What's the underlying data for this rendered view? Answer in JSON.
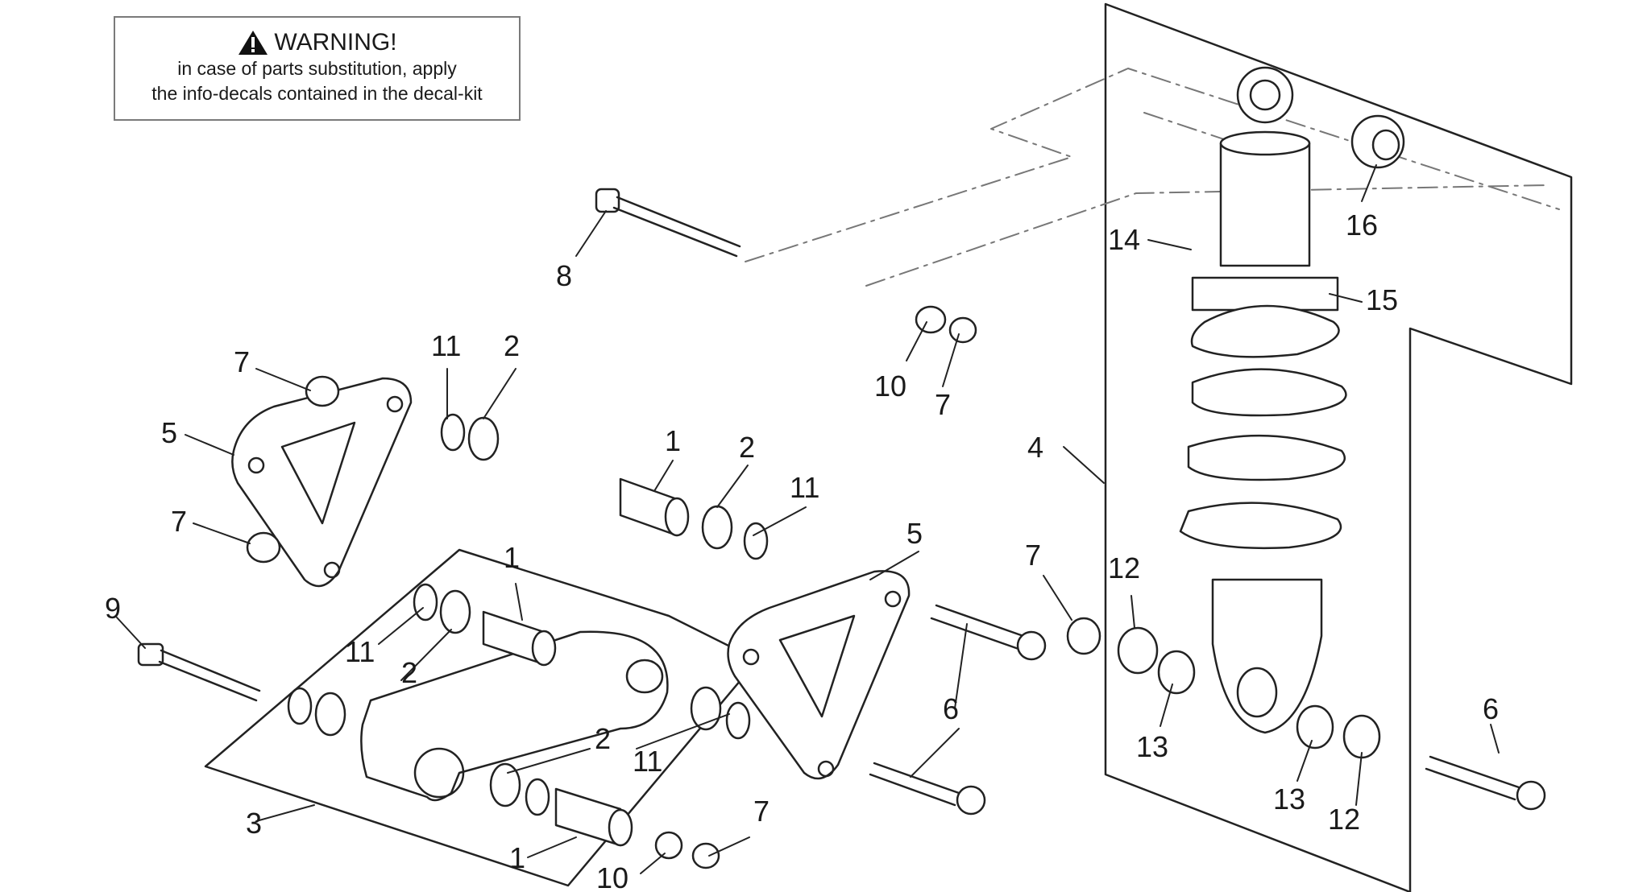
{
  "warning": {
    "title": "WARNING!",
    "line1": "in case of parts substitution, apply",
    "line2": "the info-decals contained in the decal-kit"
  },
  "callouts": [
    {
      "id": "c-8",
      "label": "8"
    },
    {
      "id": "c-11a",
      "label": "11"
    },
    {
      "id": "c-2a",
      "label": "2"
    },
    {
      "id": "c-7a",
      "label": "7"
    },
    {
      "id": "c-5a",
      "label": "5"
    },
    {
      "id": "c-7b",
      "label": "7"
    },
    {
      "id": "c-1a",
      "label": "1"
    },
    {
      "id": "c-2b",
      "label": "2"
    },
    {
      "id": "c-11b",
      "label": "11"
    },
    {
      "id": "c-10a",
      "label": "10"
    },
    {
      "id": "c-7c",
      "label": "7"
    },
    {
      "id": "c-14",
      "label": "14"
    },
    {
      "id": "c-15",
      "label": "15"
    },
    {
      "id": "c-16",
      "label": "16"
    },
    {
      "id": "c-4",
      "label": "4"
    },
    {
      "id": "c-5b",
      "label": "5"
    },
    {
      "id": "c-7d",
      "label": "7"
    },
    {
      "id": "c-12a",
      "label": "12"
    },
    {
      "id": "c-9",
      "label": "9"
    },
    {
      "id": "c-1b",
      "label": "1"
    },
    {
      "id": "c-11c",
      "label": "11"
    },
    {
      "id": "c-2c",
      "label": "2"
    },
    {
      "id": "c-6a",
      "label": "6"
    },
    {
      "id": "c-6b",
      "label": "6"
    },
    {
      "id": "c-2d",
      "label": "2"
    },
    {
      "id": "c-11d",
      "label": "11"
    },
    {
      "id": "c-3",
      "label": "3"
    },
    {
      "id": "c-1c",
      "label": "1"
    },
    {
      "id": "c-10b",
      "label": "10"
    },
    {
      "id": "c-7e",
      "label": "7"
    },
    {
      "id": "c-13a",
      "label": "13"
    },
    {
      "id": "c-13b",
      "label": "13"
    },
    {
      "id": "c-12b",
      "label": "12"
    }
  ]
}
